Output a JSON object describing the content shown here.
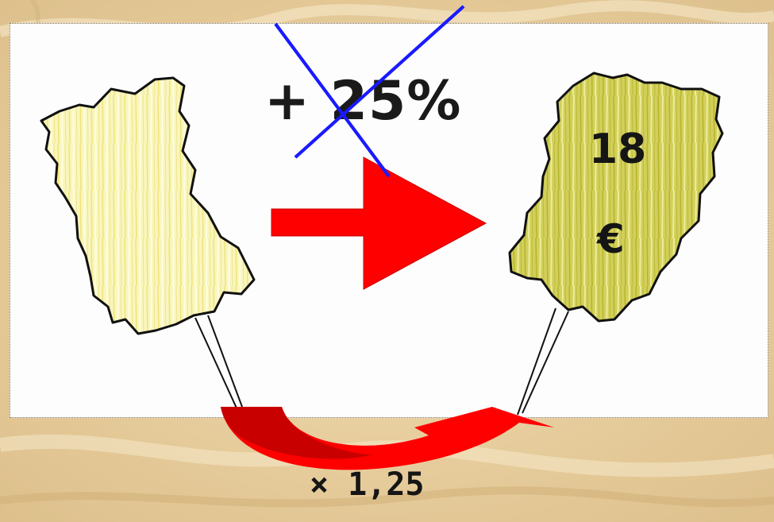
{
  "slide": {
    "percent_label": "+ 25%",
    "price_value": "18",
    "price_currency": "€",
    "multiplier_label": "× 1,25"
  },
  "colors": {
    "background": "#e9d2a4",
    "arrow_red": "#ff0000",
    "curved_arrow_dark": "#cc0000",
    "cross_blue": "#1a1aff",
    "tag_before": "#f7f3b0",
    "tag_after": "#cfcf55"
  },
  "icons": {
    "before_tag": "price-tag-icon",
    "after_tag": "price-tag-icon",
    "main_arrow": "right-arrow-icon",
    "curved_arrow": "curved-arrow-icon",
    "cross": "strike-cross-icon"
  }
}
